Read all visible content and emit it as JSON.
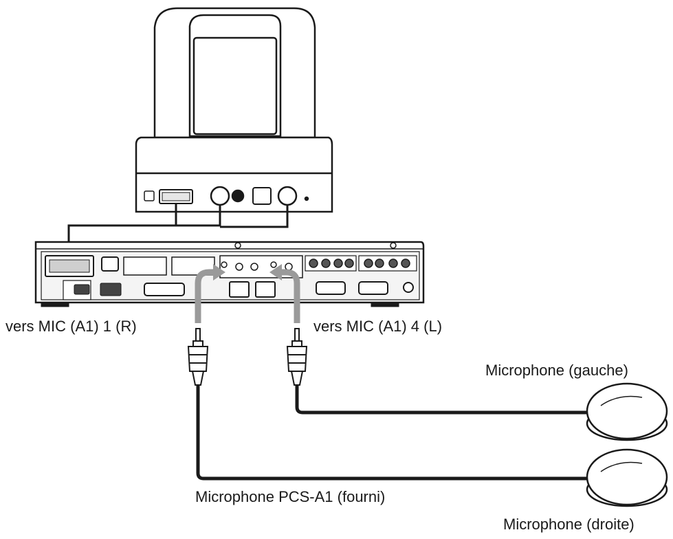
{
  "labels": {
    "port_left": "vers MIC (A1) 1 (R)",
    "port_right": "vers MIC (A1) 4 (L)",
    "mic_left": "Microphone (gauche)",
    "mic_right": "Microphone (droite)",
    "mic_model": "Microphone PCS-A1 (fourni)"
  },
  "colors": {
    "line": "#1a1a1a",
    "arrow": "#9a9a9a",
    "panel": "#f2f2f2",
    "camera": "#ffffff"
  }
}
